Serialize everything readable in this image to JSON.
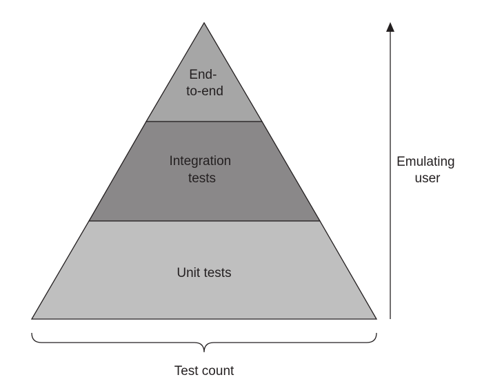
{
  "diagram": {
    "layers": [
      {
        "id": "end-to-end",
        "lines": [
          "End-",
          "to-end"
        ],
        "fill": "#a6a6a6"
      },
      {
        "id": "integration",
        "lines": [
          "Integration",
          "tests"
        ],
        "fill": "#8a8889"
      },
      {
        "id": "unit",
        "lines": [
          "Unit tests"
        ],
        "fill": "#bfbfbf"
      }
    ],
    "axis_vertical": {
      "lines": [
        "Emulating",
        "user"
      ]
    },
    "axis_horizontal": {
      "label": "Test count"
    },
    "colors": {
      "stroke": "#231f20",
      "text": "#231f20"
    }
  }
}
